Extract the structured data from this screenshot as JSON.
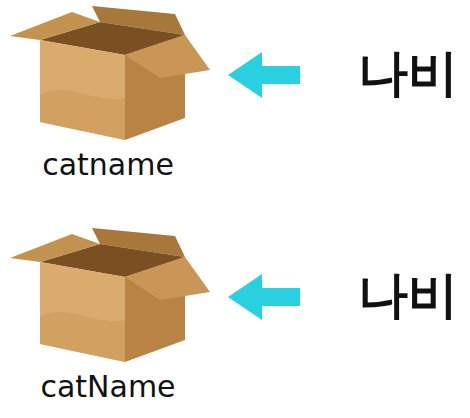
{
  "diagram": {
    "nodes": [
      {
        "text": [
          "catname"
        ]
      },
      {
        "text": [
          "catName"
        ]
      }
    ],
    "labels": [
      "나비",
      "나비"
    ]
  }
}
